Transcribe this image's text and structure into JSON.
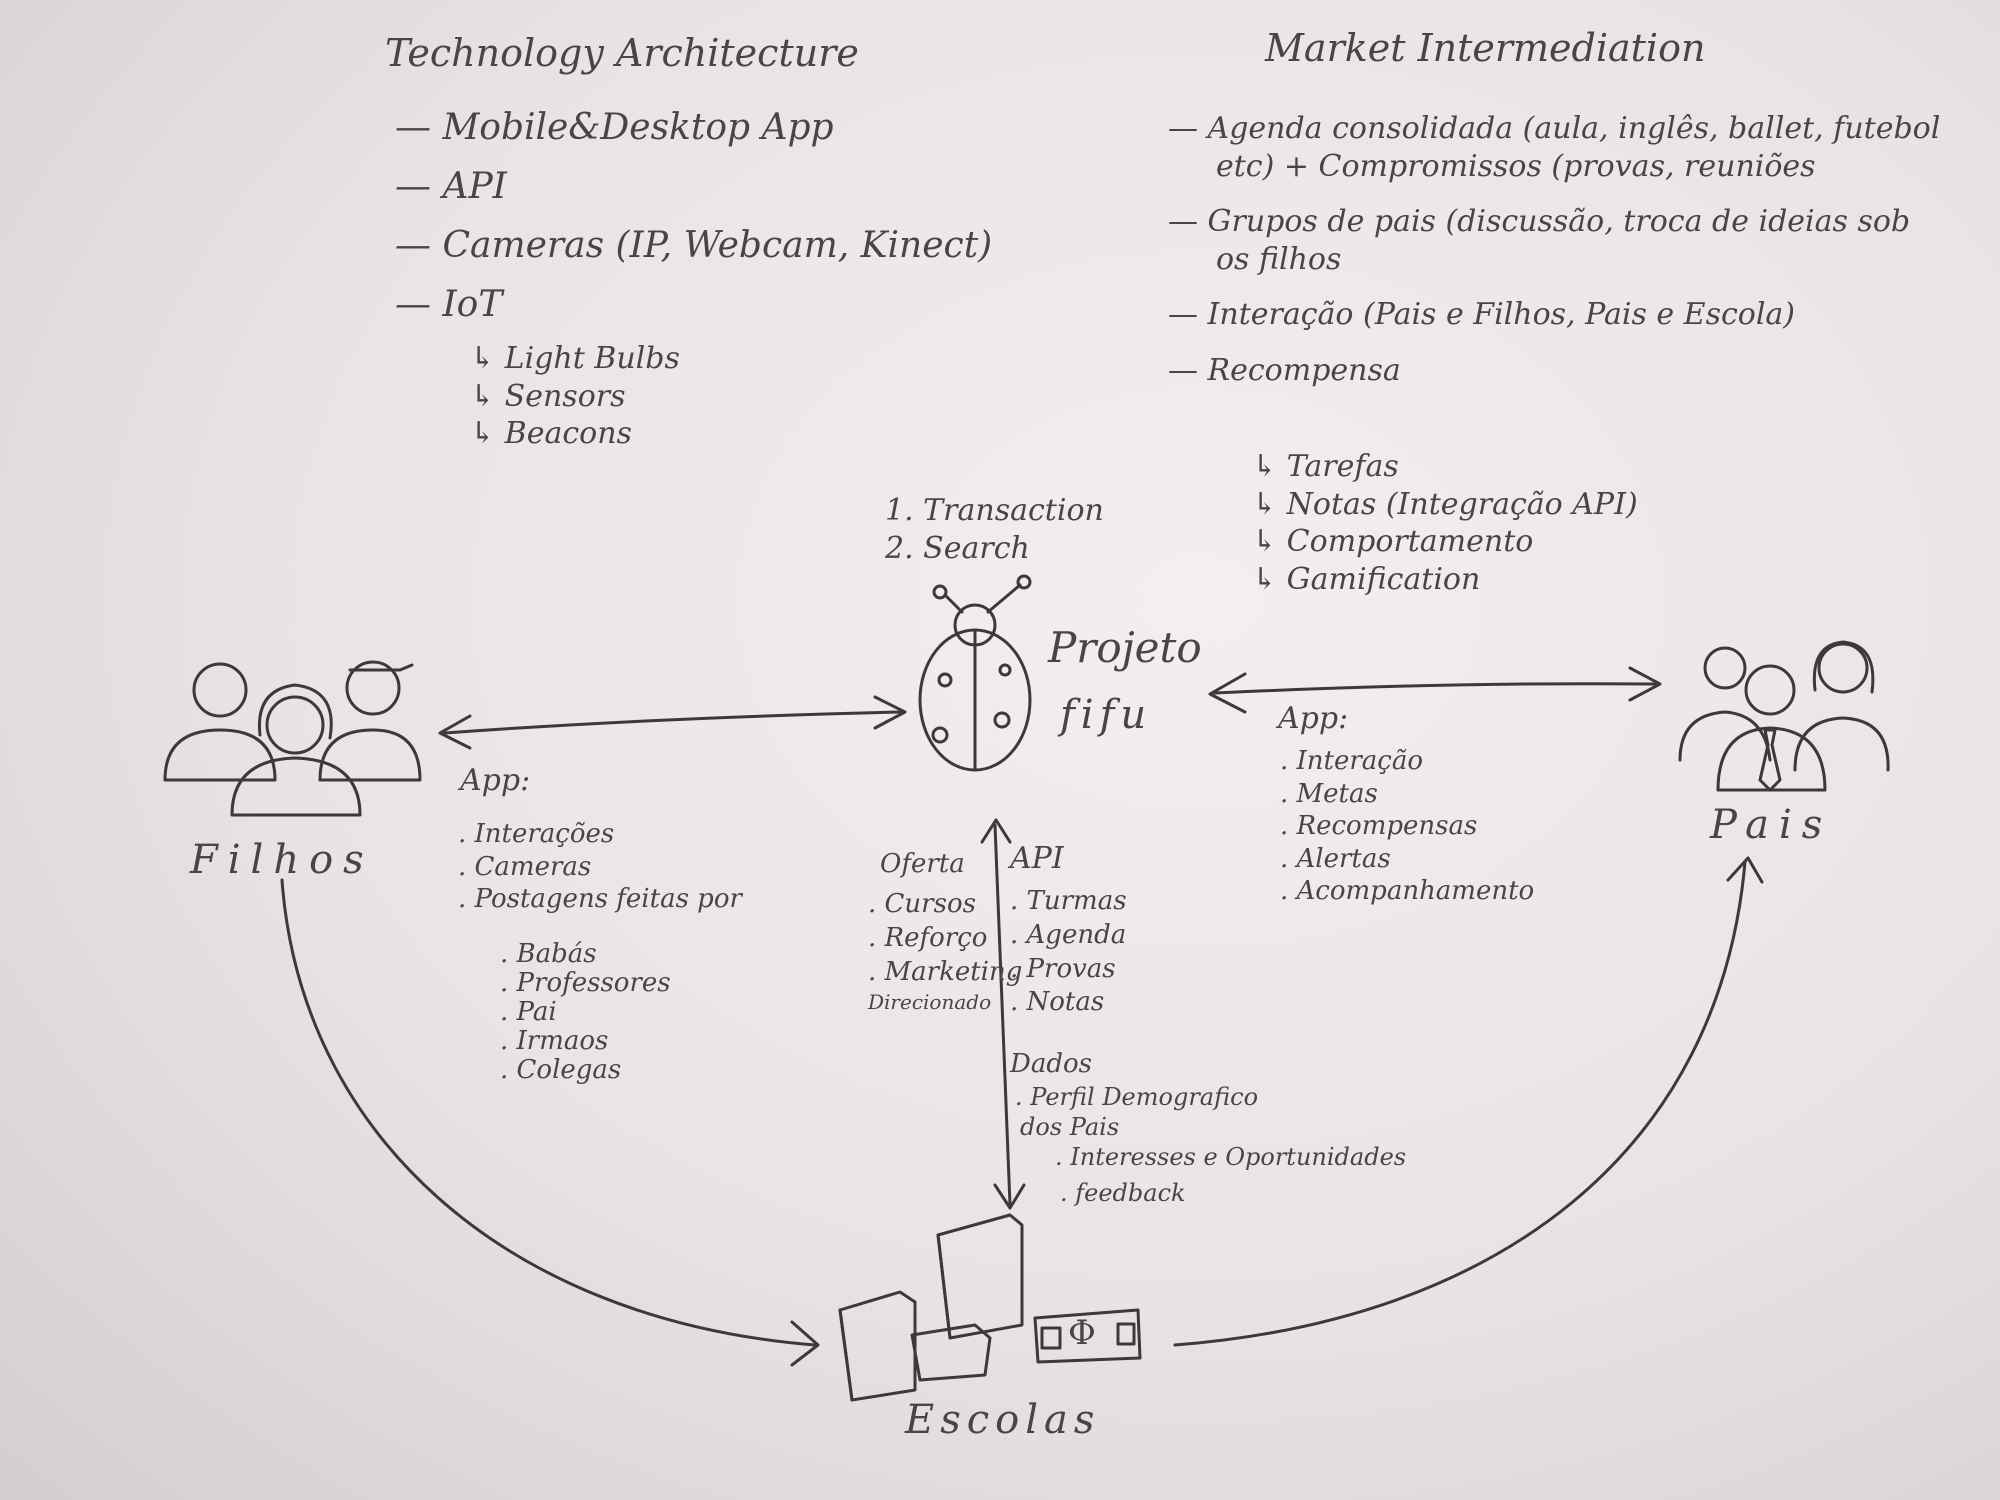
{
  "tech": {
    "title": "Technology Architecture",
    "items": [
      "— Mobile&Desktop App",
      "— API",
      "— Cameras (IP, Webcam, Kinect)",
      "— IoT"
    ],
    "iot_sub": [
      "↳ Light Bulbs",
      "↳ Sensors",
      "↳ Beacons"
    ]
  },
  "market": {
    "title": "Market Intermediation",
    "items": [
      "— Agenda consolidada (aula, inglês, ballet, futebol",
      "etc) + Compromissos (provas, reuniões",
      "— Grupos de pais (discussão, troca de ideias sob",
      "os filhos",
      "— Interação (Pais e Filhos, Pais e Escola)",
      "— Recompensa"
    ],
    "reward_sub": [
      "↳ Tarefas",
      "↳ Notas (Integração API)",
      "↳ Comportamento",
      "↳ Gamification"
    ]
  },
  "center": {
    "steps": [
      "1. Transaction",
      "2. Search"
    ],
    "name_line1": "Projeto",
    "name_line2": "fifu"
  },
  "filhos": {
    "label": "Filhos",
    "app_title": "App:",
    "items": [
      ". Interações",
      ". Cameras",
      ". Postagens feitas por"
    ],
    "sub": [
      ". Babás",
      ". Professores",
      ". Pai",
      ". Irmaos",
      ". Colegas"
    ]
  },
  "pais": {
    "label": "Pais",
    "app_title": "App:",
    "items": [
      ". Interação",
      ". Metas",
      ". Recompensas",
      ". Alertas",
      ". Acompanhamento"
    ]
  },
  "escolas": {
    "label": "Escolas",
    "oferta_title": "Oferta",
    "oferta_items": [
      ". Cursos",
      ". Reforço",
      ". Marketing",
      "Direcionado"
    ],
    "api_title": "API",
    "api_items": [
      ". Turmas",
      ". Agenda",
      ". Provas",
      ". Notas"
    ],
    "dados_title": "Dados",
    "dados_items": [
      ". Perfil Demografico",
      "dos Pais",
      ". Interesses e Oportunidades",
      ". feedback"
    ],
    "money_symbol": "Φ"
  }
}
